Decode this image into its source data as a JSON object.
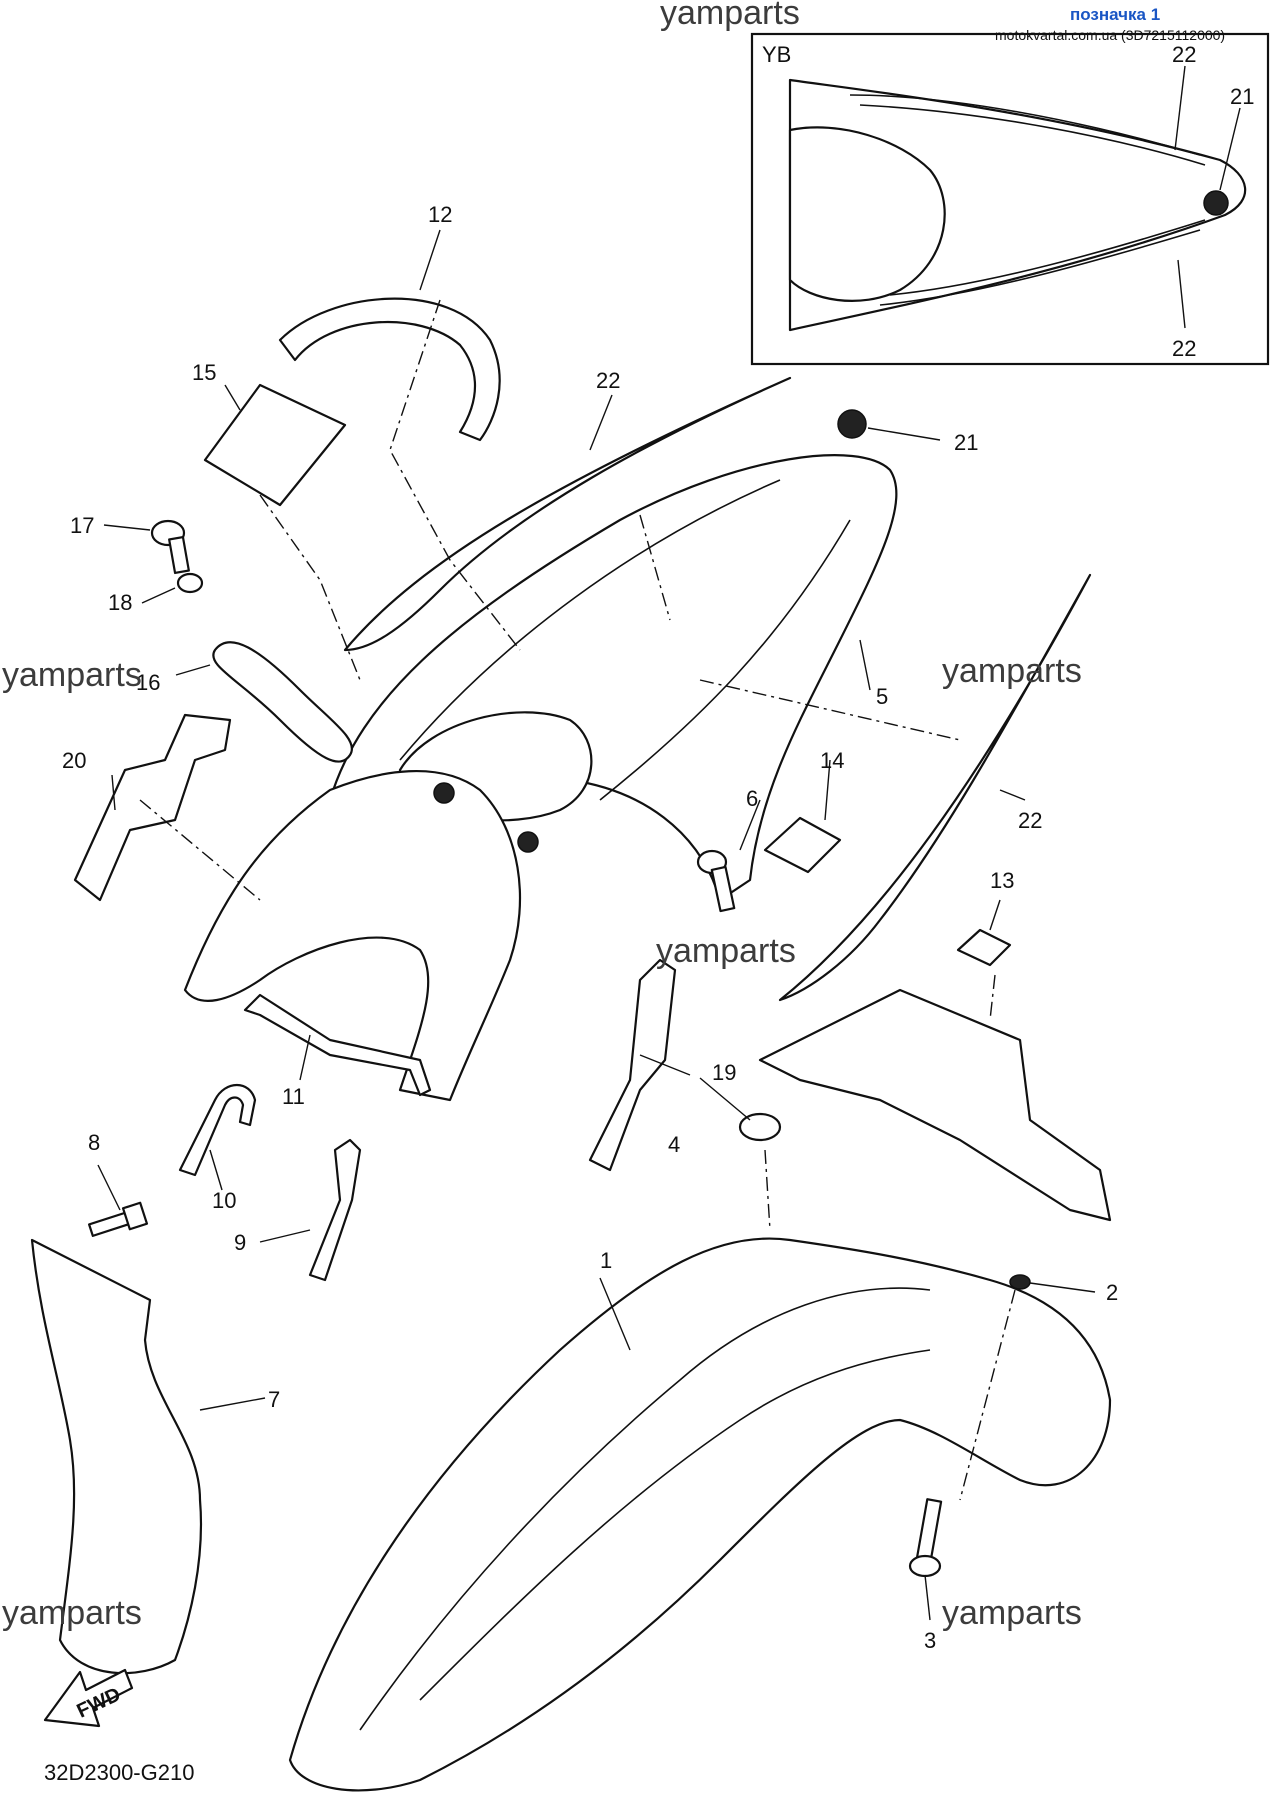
{
  "header": {
    "watermark_top": "yamparts",
    "note_label": "позначка 1",
    "note_source": "motokvartal.com.ua (3D7215112000)"
  },
  "inset": {
    "label": "YB",
    "callouts": [
      "22",
      "21",
      "22"
    ]
  },
  "watermarks": [
    "yamparts",
    "yamparts",
    "yamparts",
    "yamparts",
    "yamparts"
  ],
  "callouts": [
    "1",
    "2",
    "3",
    "4",
    "5",
    "6",
    "7",
    "8",
    "9",
    "10",
    "11",
    "12",
    "13",
    "14",
    "15",
    "16",
    "17",
    "18",
    "19",
    "20",
    "21",
    "22",
    "22"
  ],
  "fwd_label": "FWD",
  "diagram_code": "32D2300-G210",
  "colors": {
    "line": "#111111",
    "watermark": "#3c3c3c",
    "note_blue": "#1a56c4",
    "background": "#ffffff"
  }
}
